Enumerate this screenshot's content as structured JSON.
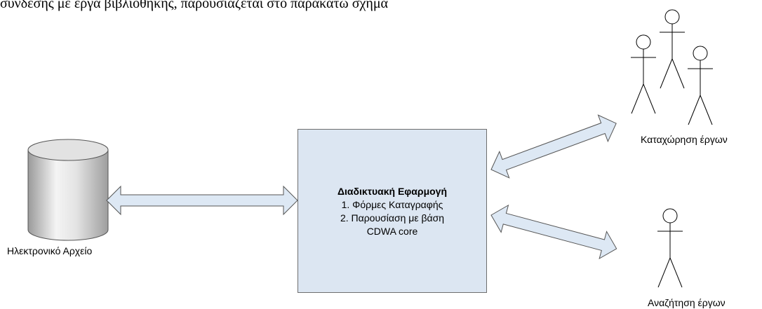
{
  "caption": "σύνδεσης με έργα βιβλιοθήκης, παρουσιάζεται στο παρακάτω σχήμα",
  "database_label": "Ηλεκτρονικό Αρχείο",
  "app": {
    "title": "Διαδικτυακή Εφαρμογή",
    "line1": "1. Φόρμες Καταγραφής",
    "line2": "2. Παρουσίαση με βάση",
    "line3": "CDWA core"
  },
  "actors": {
    "register_label": "Καταχώρηση έργων",
    "search_label": "Αναζήτηση έργων"
  },
  "colors": {
    "box_fill": "#dce6f2",
    "arrow_fill": "#dde8f4",
    "outline": "#555555"
  }
}
